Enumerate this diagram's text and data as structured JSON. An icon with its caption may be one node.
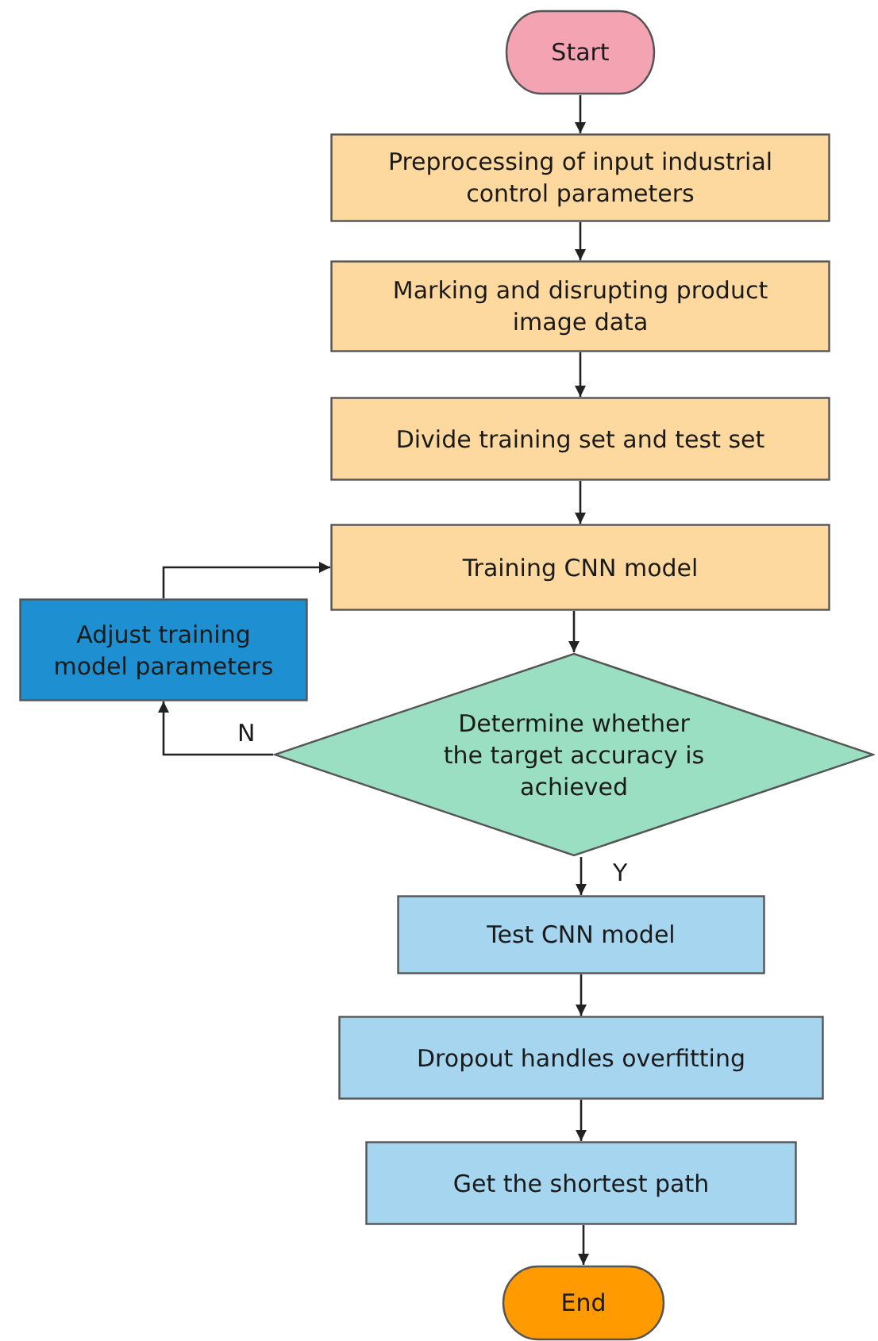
{
  "diagram": {
    "nodes": [
      {
        "text": [
          "Start"
        ]
      },
      {
        "text": [
          "Preprocessing of input industrial control parameters"
        ]
      },
      {
        "text": [
          "Marking and disrupting product image data"
        ]
      },
      {
        "text": [
          "Divide training set and test set"
        ]
      },
      {
        "text": [
          "Training CNN model"
        ]
      },
      {
        "text": [
          "Adjust training model parameters"
        ]
      },
      {
        "text": [
          "Determine whether the target accuracy is achieved"
        ]
      },
      {
        "text": [
          "Test CNN model"
        ]
      },
      {
        "text": [
          "Dropout handles overfitting"
        ]
      },
      {
        "text": [
          "Get the shortest path"
        ]
      },
      {
        "text": [
          "End"
        ]
      }
    ],
    "edges": [
      {
        "from": 0,
        "to": 1,
        "arrow": "to"
      },
      {
        "from": 1,
        "to": 2,
        "arrow": "to"
      },
      {
        "from": 2,
        "to": 3,
        "arrow": "to"
      },
      {
        "from": 3,
        "to": 4,
        "arrow": "to"
      },
      {
        "from": 4,
        "to": 6,
        "arrow": "to"
      },
      {
        "from": 6,
        "to": 7,
        "arrow": "to",
        "label": "Y"
      },
      {
        "from": 6,
        "to": 5,
        "arrow": "to",
        "label": "N"
      },
      {
        "from": 5,
        "to": 4,
        "arrow": "to"
      },
      {
        "from": 7,
        "to": 8,
        "arrow": "to"
      },
      {
        "from": 8,
        "to": 9,
        "arrow": "to"
      },
      {
        "from": 9,
        "to": 10,
        "arrow": "to"
      }
    ]
  }
}
